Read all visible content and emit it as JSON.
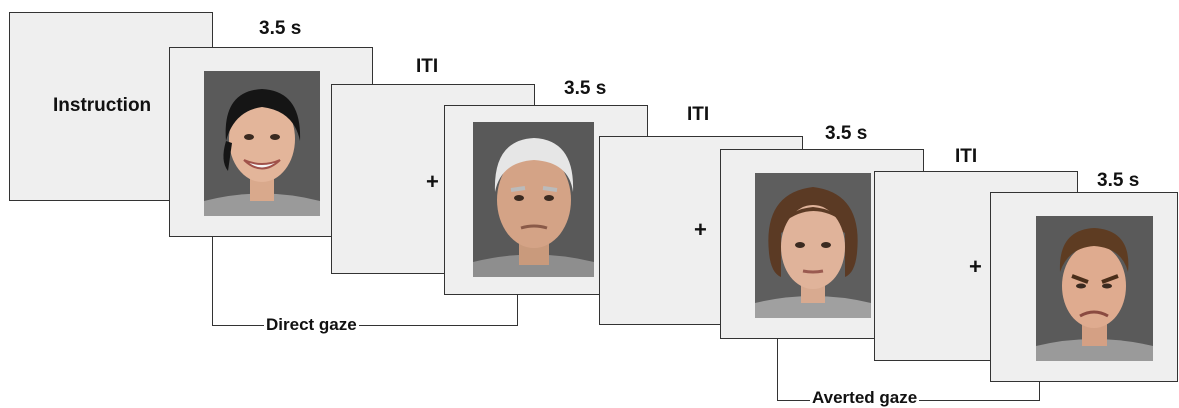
{
  "instruction_label": "Instruction",
  "durations": {
    "stim1": "3.5 s",
    "iti1": "ITI",
    "stim2": "3.5 s",
    "iti2": "ITI",
    "stim3": "3.5 s",
    "iti3": "ITI",
    "stim4": "3.5 s"
  },
  "fixation_symbol": "+",
  "conditions": {
    "direct": "Direct gaze",
    "averted": "Averted gaze"
  },
  "faces": {
    "face1": "smiling-young-woman",
    "face2": "stern-older-man",
    "face3": "older-woman-neutral",
    "face4": "angry-young-man"
  },
  "colors": {
    "panel": "#efefef",
    "photo_bg": "#5a5a5a"
  }
}
